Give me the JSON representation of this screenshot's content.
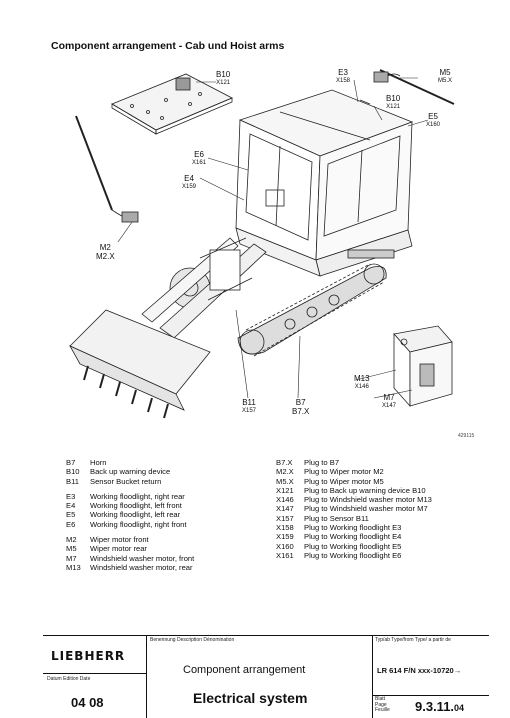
{
  "title": "Component arrangement - Cab und Hoist arms",
  "figure": {
    "number": "429115",
    "callouts": {
      "b10_top": {
        "code": "B10",
        "sub": "X121"
      },
      "e3": {
        "code": "E3",
        "sub": "X158"
      },
      "m5": {
        "code": "M5",
        "sub": "M5.X"
      },
      "b10_right": {
        "code": "B10",
        "sub": "X121"
      },
      "e5": {
        "code": "E5",
        "sub": "X160"
      },
      "e6": {
        "code": "E6",
        "sub": "X161"
      },
      "e4": {
        "code": "E4",
        "sub": "X159"
      },
      "m2": {
        "code": "M2",
        "sub": "M2.X"
      },
      "m13": {
        "code": "M13",
        "sub": "X146"
      },
      "m7": {
        "code": "M7",
        "sub": "X147"
      },
      "b11": {
        "code": "B11",
        "sub": "X157"
      },
      "b7": {
        "code": "B7",
        "sub": "B7.X"
      }
    }
  },
  "legend_left": [
    [
      {
        "code": "B7",
        "text": "Horn"
      },
      {
        "code": "B10",
        "text": "Back up warning device"
      },
      {
        "code": "B11",
        "text": "Sensor Bucket return"
      }
    ],
    [
      {
        "code": "E3",
        "text": "Working floodlight, right rear"
      },
      {
        "code": "E4",
        "text": "Working floodlight, left front"
      },
      {
        "code": "E5",
        "text": "Working floodlight, left rear"
      },
      {
        "code": "E6",
        "text": "Working floodlight, right front"
      }
    ],
    [
      {
        "code": "M2",
        "text": "Wiper motor front"
      },
      {
        "code": "M5",
        "text": "Wiper motor rear"
      },
      {
        "code": "M7",
        "text": "Windshield washer motor, front"
      },
      {
        "code": "M13",
        "text": "Windshield washer motor, rear"
      }
    ]
  ],
  "legend_right": [
    {
      "code": "B7.X",
      "text": "Plug to B7"
    },
    {
      "code": "M2.X",
      "text": "Plug to Wiper motor M2"
    },
    {
      "code": "M5.X",
      "text": "Plug to Wiper motor M5"
    },
    {
      "code": "X121",
      "text": "Plug to Back up warning device B10"
    },
    {
      "code": "X146",
      "text": "Plug to Windshield washer motor M13"
    },
    {
      "code": "X147",
      "text": "Plug to Windshield washer motor M7"
    },
    {
      "code": "X157",
      "text": "Plug to Sensor B11"
    },
    {
      "code": "X158",
      "text": "Plug to Working floodlight E3"
    },
    {
      "code": "X159",
      "text": "Plug to Working floodlight E4"
    },
    {
      "code": "X160",
      "text": "Plug to Working floodlight E5"
    },
    {
      "code": "X161",
      "text": "Plug to Working floodlight E6"
    }
  ],
  "title_block": {
    "brand": "LIEBHERR",
    "designation_caption": "Benennung Description Dénomination",
    "type_caption": "Typ/ab Type/from Type/ a partir de",
    "date_caption": "Datum Edition Date",
    "date": "04 08",
    "description_line1": "Component arrangement",
    "description_line2": "Electrical system",
    "model": "LR 614 F/N xxx-10720→",
    "page_caption": "Blatt\nPage\nFeuille",
    "page_number": "9.3.11.",
    "page_sub": "04"
  }
}
